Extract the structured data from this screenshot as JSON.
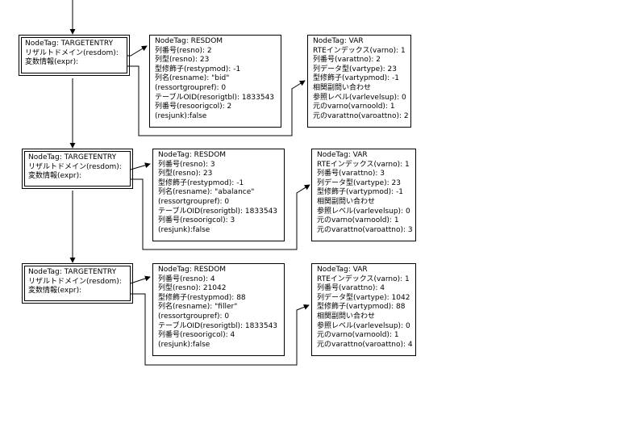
{
  "colors": {
    "line": "#000000",
    "background": "#ffffff"
  },
  "groups": [
    {
      "targetentry": [
        "NodeTag: TARGETENTRY",
        "リザルトドメイン(resdom):",
        "変数情報(expr):"
      ],
      "resdom": [
        "NodeTag: RESDOM",
        "列番号(resno): 2",
        "列型(resno): 23",
        "型修飾子(restypmod): -1",
        "列名(resname): \"bid\"",
        "(ressortgroupref): 0",
        "テーブルOID(resorigtbl): 1833543",
        "列番号(resoorigcol): 2",
        "(resjunk):false"
      ],
      "var": [
        "NodeTag: VAR",
        "RTEインデックス(varno): 1",
        "列番号(varattno): 2",
        "列データ型(vartype): 23",
        "型修飾子(vartypmod): -1",
        "相関副問い合わせ",
        "参照レベル(varlevelsup): 0",
        "元のvarno(varnoold): 1",
        "元のvarattno(varoattno): 2"
      ]
    },
    {
      "targetentry": [
        "NodeTag: TARGETENTRY",
        "リザルトドメイン(resdom):",
        "変数情報(expr):"
      ],
      "resdom": [
        "NodeTag: RESDOM",
        "列番号(resno): 3",
        "列型(resno): 23",
        "型修飾子(restypmod): -1",
        "列名(resname): \"abalance\"",
        "(ressortgroupref): 0",
        "テーブルOID(resorigtbl): 1833543",
        "列番号(resoorigcol): 3",
        "(resjunk):false"
      ],
      "var": [
        "NodeTag: VAR",
        "RTEインデックス(varno): 1",
        "列番号(varattno): 3",
        "列データ型(vartype): 23",
        "型修飾子(vartypmod): -1",
        "相関副問い合わせ",
        "参照レベル(varlevelsup): 0",
        "元のvarno(varnoold): 1",
        "元のvarattno(varoattno): 3"
      ]
    },
    {
      "targetentry": [
        "NodeTag: TARGETENTRY",
        "リザルトドメイン(resdom):",
        "変数情報(expr):"
      ],
      "resdom": [
        "NodeTag: RESDOM",
        "列番号(resno): 4",
        "列型(resno): 21042",
        "型修飾子(restypmod): 88",
        "列名(resname): \"filler\"",
        "(ressortgroupref): 0",
        "テーブルOID(resorigtbl): 1833543",
        "列番号(resoorigcol): 4",
        "(resjunk):false"
      ],
      "var": [
        "NodeTag: VAR",
        "RTEインデックス(varno): 1",
        "列番号(varattno): 4",
        "列データ型(vartype): 1042",
        "型修飾子(vartypmod): 88",
        "相関副問い合わせ",
        "参照レベル(varlevelsup): 0",
        "元のvarno(varnoold): 1",
        "元のvarattno(varoattno): 4"
      ]
    }
  ]
}
